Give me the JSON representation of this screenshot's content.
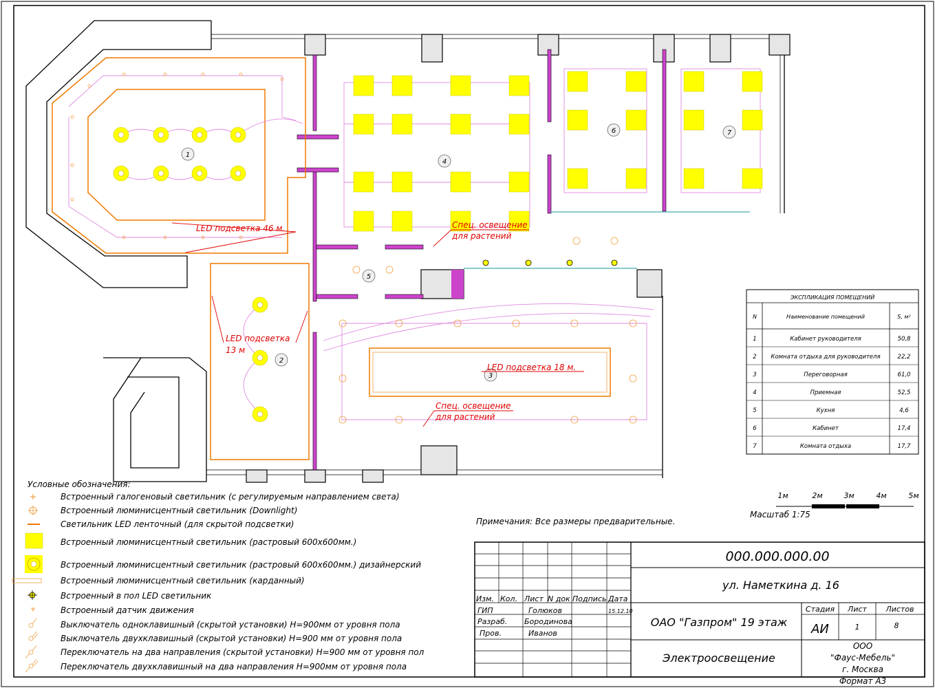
{
  "colors": {
    "wall": "#000000",
    "partition": "#cc44cc",
    "led_strip": "#f07800",
    "fixture_yellow": "#ffff00",
    "wiring": "#e08ae0",
    "annotation": "#e00000",
    "track": "#44aaaa"
  },
  "rooms": {
    "r1": "1",
    "r2": "2",
    "r3": "3",
    "r4": "4",
    "r5": "5",
    "r6": "6",
    "r7": "7"
  },
  "annotations": {
    "led_46": "LED подсветка 46 м.",
    "led_13_a": "LED подсветка",
    "led_13_b": "13 м",
    "led_18": "LED подсветка 18 м.",
    "plants_top_a": "Спец. освещение",
    "plants_top_b": "для растений",
    "plants_bottom_a": "Спец. освещение",
    "plants_bottom_b": "для растений"
  },
  "explication": {
    "title": "ЭКСПЛИКАЦИЯ ПОМЕЩЕНИЙ",
    "headers": [
      "N",
      "Наименование помещений",
      "S, м²"
    ],
    "rows": [
      [
        "1",
        "Кабинет руководителя",
        "50,8"
      ],
      [
        "2",
        "Комната отдыха для руководителя",
        "22,2"
      ],
      [
        "3",
        "Переговорная",
        "61,0"
      ],
      [
        "4",
        "Приемная",
        "52,5"
      ],
      [
        "5",
        "Кухня",
        "4,6"
      ],
      [
        "6",
        "Кабинет",
        "17,4"
      ],
      [
        "7",
        "Комната отдыха",
        "17,7"
      ]
    ]
  },
  "scale": {
    "ticks": [
      "1м",
      "2м",
      "3м",
      "4м",
      "5м"
    ],
    "label": "Масштаб 1:75"
  },
  "notes": {
    "text": "Примечания: Все размеры предварительные."
  },
  "legend": {
    "title": "Условные обозначения:",
    "items": [
      {
        "icon": "halogen-icon",
        "label": "Встроенный галогеновый светильник (с регулируемым направлением света)"
      },
      {
        "icon": "downlight-icon",
        "label": "Встроенный люминисцентный светильник (Downlight)"
      },
      {
        "icon": "led-strip-icon",
        "label": "Светильник LED ленточный (для скрытой подсветки)"
      },
      {
        "icon": "raster-panel-icon",
        "label": "Встроенный люминисцентный светильник (растровый 600x600мм.)"
      },
      {
        "icon": "designer-panel-icon",
        "label": "Встроенный люминисцентный светильник (растровый 600x600мм.) дизайнерский"
      },
      {
        "icon": "cardan-icon",
        "label": "Встроенный люминисцентный светильник (карданный)"
      },
      {
        "icon": "floor-led-icon",
        "label": "Встроенный в пол LED светильник"
      },
      {
        "icon": "motion-sensor-icon",
        "label": "Встроенный датчик движения"
      },
      {
        "icon": "switch-single-icon",
        "label": "Выключатель одноклавишный (скрытой установки) H=900мм от уровня пола"
      },
      {
        "icon": "switch-double-icon",
        "label": "Выключатель двухклавишный (скрытой установки) H=900 мм от уровня пола"
      },
      {
        "icon": "switch-twoway-icon",
        "label": "Переключатель на два направления (скрытой установки) H=900 мм от уровня пол"
      },
      {
        "icon": "switch-twoway-double-icon",
        "label": "Переключатель двухклавишный на два направления H=900мм от уровня пола"
      }
    ]
  },
  "title_block": {
    "doc_number": "000.000.000.00",
    "address": "ул. Наметкина д. 16",
    "object": "ОАО \"Газпром\" 19 этаж",
    "section": "Электроосвещение",
    "col_headers": [
      "Изм.",
      "Кол.",
      "Лист",
      "N док",
      "Подпись",
      "Дата"
    ],
    "roles": [
      {
        "role": "ГИП",
        "name": "Голюков",
        "date": "15.12.10"
      },
      {
        "role": "Разраб.",
        "name": "Бородинова",
        "date": ""
      },
      {
        "role": "Пров.",
        "name": "Иванов",
        "date": ""
      }
    ],
    "stage_header": "Стадия",
    "sheet_header": "Лист",
    "sheets_header": "Листов",
    "stage": "АИ",
    "sheet": "1",
    "sheets": "8",
    "company_l1": "ООО",
    "company_l2": "\"Фаус-Мебель\"",
    "company_l3": "г. Москва",
    "format": "Формат А3"
  }
}
